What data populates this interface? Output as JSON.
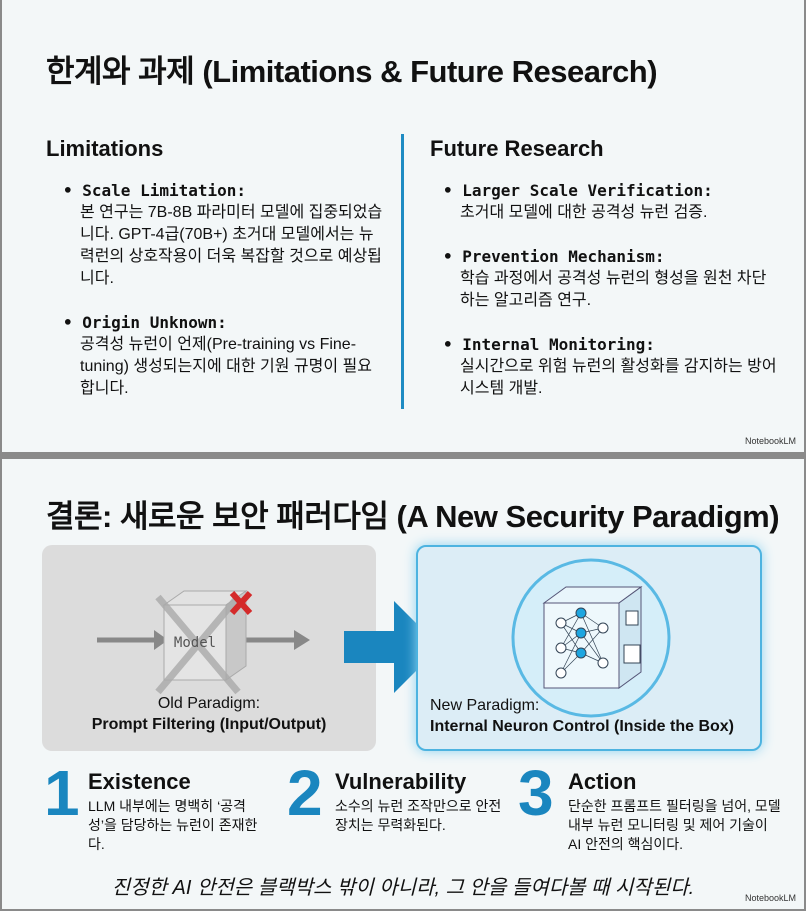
{
  "slide1": {
    "title": "한계와 과제 (Limitations & Future Research)",
    "limitations": {
      "heading": "Limitations",
      "items": [
        {
          "label": "Scale Limitation:",
          "text": "본 연구는 7B-8B 파라미터 모델에 집중되었습니다. GPT-4급(70B+) 초거대 모델에서는 뉴 력런의 상호작용이 더욱 복잡할 것으로 예상됩니다."
        },
        {
          "label": "Origin Unknown:",
          "text": "공격성 뉴런이 언제(Pre-training vs Fine-tuning) 생성되는지에 대한 기원 규명이 필요합니다."
        }
      ]
    },
    "future": {
      "heading": "Future Research",
      "items": [
        {
          "label": "Larger Scale Verification:",
          "text": "초거대 모델에 대한 공격성 뉴런 검증."
        },
        {
          "label": "Prevention Mechanism:",
          "text": "학습 과정에서 공격성 뉴런의 형성을 원천 차단하는 알고리즘 연구."
        },
        {
          "label": "Internal Monitoring:",
          "text": "실시간으로 위험 뉴런의 활성화를 감지하는 방어 시스템 개발."
        }
      ]
    },
    "brand": "NotebookLM"
  },
  "slide2": {
    "title": "결론: 새로운 보안 패러다임 (A New Security Paradigm)",
    "old": {
      "model_label": "Model",
      "caption": "Old Paradigm:",
      "subcaption": "Prompt Filtering (Input/Output)"
    },
    "new": {
      "caption": "New Paradigm:",
      "subcaption": "Internal Neuron Control (Inside the Box)"
    },
    "points": [
      {
        "num": "1",
        "heading": "Existence",
        "text": "LLM 내부에는 명백히 ‘공격성’을 담당하는 뉴런이 존재한다."
      },
      {
        "num": "2",
        "heading": "Vulnerability",
        "text": "소수의 뉴런 조작만으로 안전장치는 무력화된다."
      },
      {
        "num": "3",
        "heading": "Action",
        "text": "단순한 프롬프트 필터링을 넘어, 모델 내부 뉴런 모니터링 및 제어 기술이 AI 안전의 핵심이다."
      }
    ],
    "quote": "진정한 AI 안전은 블랙박스 밖이 아니라, 그 안을 들여다볼 때 시작된다.",
    "brand": "NotebookLM"
  },
  "colors": {
    "accent": "#1a86bf",
    "cross": "#d42a2a"
  }
}
